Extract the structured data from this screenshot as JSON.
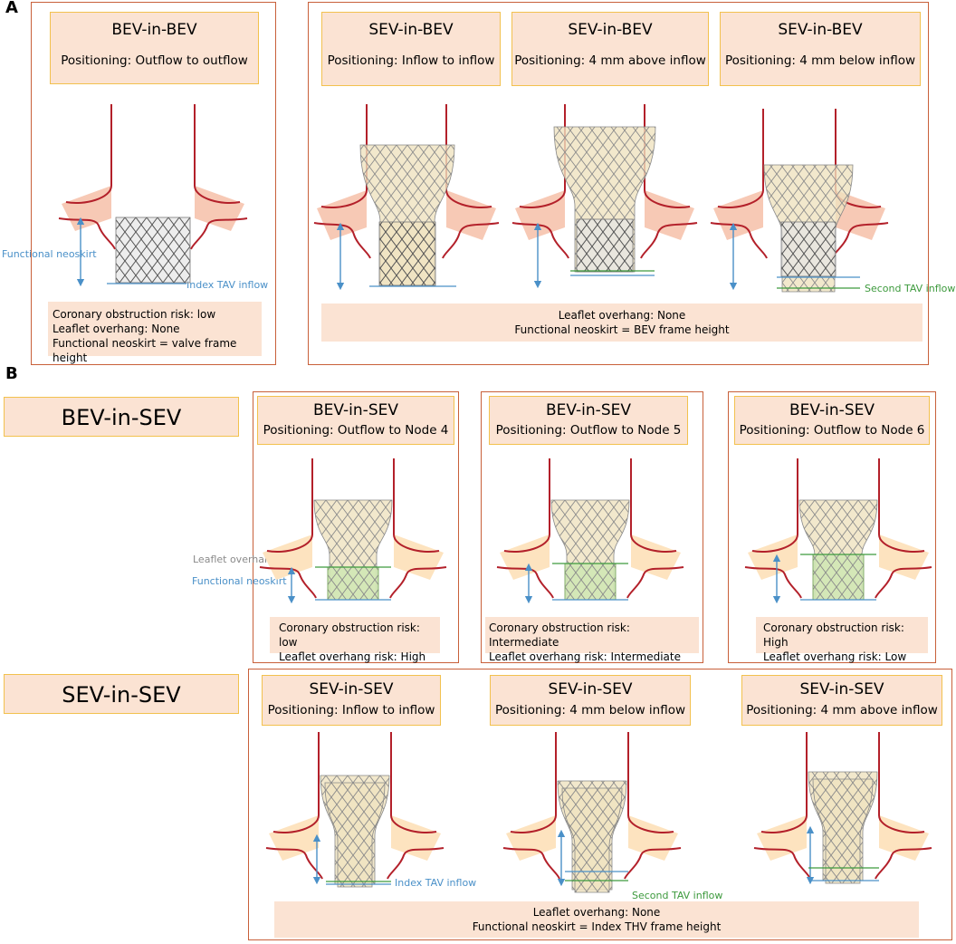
{
  "panelA": {
    "letter": "A",
    "box1": {
      "title": "BEV-in-BEV",
      "positioning": "Positioning: Outflow to outflow",
      "label_neoskirt": "Functional neoskirt",
      "label_inflow": "Index TAV inflow",
      "note_lines": [
        "Coronary obstruction risk: low",
        "Leaflet overhang: None",
        "Functional neoskirt = valve frame height"
      ]
    },
    "box2": {
      "titles": [
        "SEV-in-BEV",
        "SEV-in-BEV",
        "SEV-in-BEV"
      ],
      "positionings": [
        "Positioning: Inflow to inflow",
        "Positioning: 4 mm above inflow",
        "Positioning: 4 mm below inflow"
      ],
      "label_second_inflow": "Second TAV inflow",
      "note_lines": [
        "Leaflet overhang: None",
        "Functional neoskirt = BEV frame height"
      ]
    }
  },
  "panelB": {
    "letter": "B",
    "row1_label": "BEV-in-SEV",
    "row2_label": "SEV-in-SEV",
    "bev_cards": [
      {
        "title": "BEV-in-SEV",
        "positioning": "Positioning: Outflow to Node 4",
        "notes": [
          "Coronary obstruction risk: low",
          "Leaflet overhang risk: High"
        ]
      },
      {
        "title": "BEV-in-SEV",
        "positioning": "Positioning: Outflow to Node 5",
        "notes": [
          "Coronary obstruction risk: Intermediate",
          "Leaflet overhang risk: Intermediate"
        ]
      },
      {
        "title": "BEV-in-SEV",
        "positioning": "Positioning: Outflow to Node 6",
        "notes": [
          "Coronary obstruction risk: High",
          "Leaflet overhang risk: Low"
        ]
      }
    ],
    "label_leaflet_overhang": "Leaflet overhang",
    "label_functional_neoskirt": "Functional neoskirt",
    "sev_cards": [
      {
        "title": "SEV-in-SEV",
        "positioning": "Positioning: Inflow to inflow"
      },
      {
        "title": "SEV-in-SEV",
        "positioning": "Positioning: 4 mm below inflow"
      },
      {
        "title": "SEV-in-SEV",
        "positioning": "Positioning: 4 mm above inflow"
      }
    ],
    "label_index_inflow": "Index TAV inflow",
    "label_second_inflow": "Second TAV inflow",
    "sev_notes": [
      "Leaflet overhang: None",
      "Functional neoskirt = Index THV frame height"
    ]
  },
  "colors": {
    "panel_border": "#c8603a",
    "box_fill": "#fbe3d3",
    "box_border": "#f2c14e",
    "aorta": "#b3202a",
    "sinus_fill": "#f7c9b5",
    "sinus_fill_b": "#fde3bf",
    "arrow_blue": "#4a90c8",
    "line_green": "#3d9a3d",
    "stent_gray": "#8c8c8c",
    "stent_fill": "#efe2bf",
    "green_fill": "#cfe6b3"
  }
}
